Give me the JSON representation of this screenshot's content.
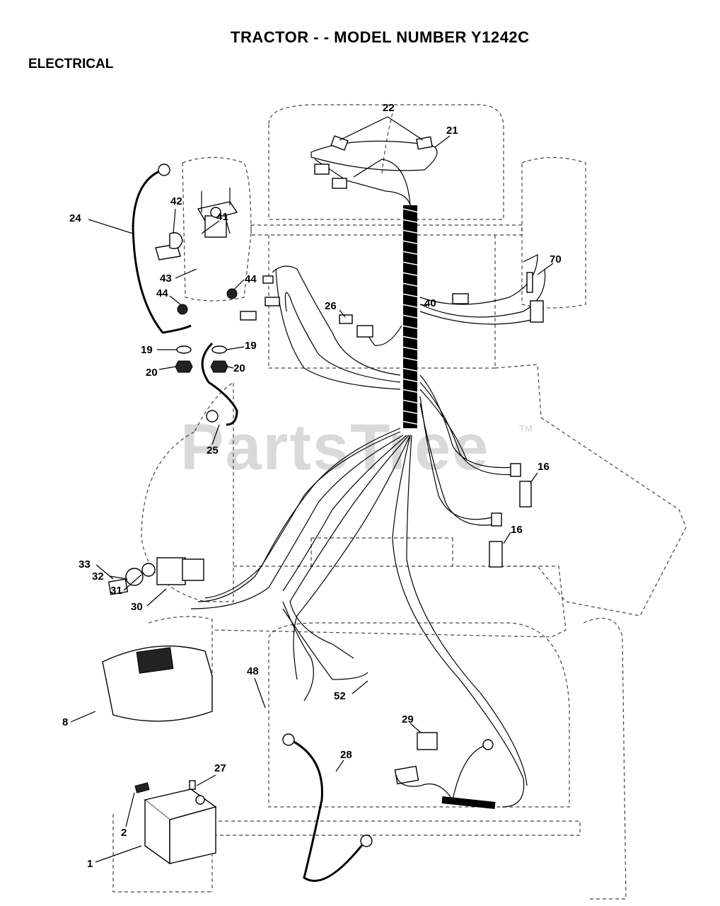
{
  "header": {
    "title": "TRACTOR - - MODEL NUMBER Y1242C",
    "section": "ELECTRICAL"
  },
  "watermark": {
    "text": "PartsTree",
    "mark": "TM"
  },
  "callouts": [
    {
      "id": "22",
      "label": "22"
    },
    {
      "id": "21",
      "label": "21"
    },
    {
      "id": "42",
      "label": "42"
    },
    {
      "id": "41",
      "label": "41"
    },
    {
      "id": "24",
      "label": "24"
    },
    {
      "id": "70",
      "label": "70"
    },
    {
      "id": "43",
      "label": "43"
    },
    {
      "id": "44a",
      "label": "44"
    },
    {
      "id": "44b",
      "label": "44"
    },
    {
      "id": "26",
      "label": "26"
    },
    {
      "id": "40",
      "label": "40"
    },
    {
      "id": "19a",
      "label": "19"
    },
    {
      "id": "19b",
      "label": "19"
    },
    {
      "id": "20a",
      "label": "20"
    },
    {
      "id": "20b",
      "label": "20"
    },
    {
      "id": "25",
      "label": "25"
    },
    {
      "id": "16a",
      "label": "16"
    },
    {
      "id": "16b",
      "label": "16"
    },
    {
      "id": "33",
      "label": "33"
    },
    {
      "id": "32",
      "label": "32"
    },
    {
      "id": "31",
      "label": "31"
    },
    {
      "id": "30",
      "label": "30"
    },
    {
      "id": "48",
      "label": "48"
    },
    {
      "id": "52",
      "label": "52"
    },
    {
      "id": "8",
      "label": "8"
    },
    {
      "id": "29",
      "label": "29"
    },
    {
      "id": "28",
      "label": "28"
    },
    {
      "id": "27",
      "label": "27"
    },
    {
      "id": "2",
      "label": "2"
    },
    {
      "id": "1",
      "label": "1"
    }
  ],
  "colors": {
    "ink": "#000000",
    "watermark": "#d9d9d9",
    "outline": "#444444"
  }
}
